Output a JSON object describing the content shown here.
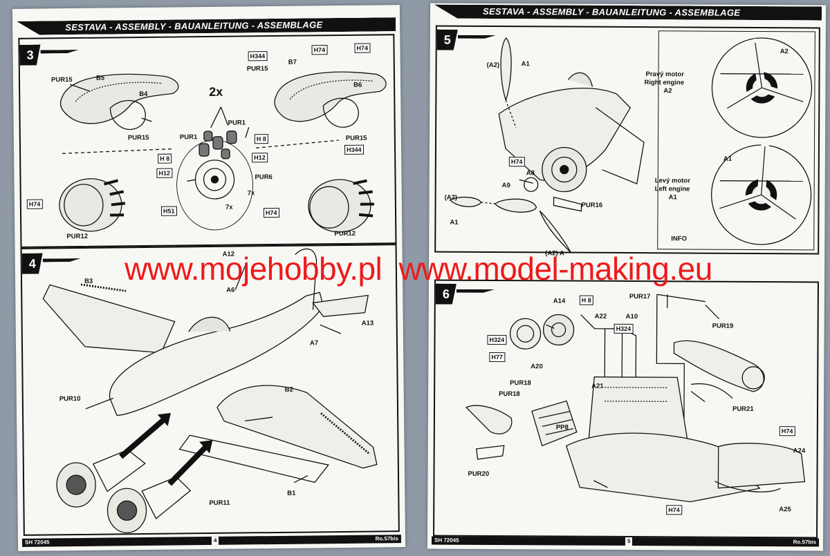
{
  "header_text": "SESTAVA - ASSEMBLY - BAUANLEITUNG - ASSEMBLAGE",
  "watermark": [
    "www.mojehobby.pl",
    "www.model-making.eu"
  ],
  "left_page": {
    "footer": {
      "ref": "SH 72045",
      "page": "4",
      "model": "Ro.57bis"
    },
    "step3": {
      "number": "3",
      "multiplier": "2x",
      "labels": {
        "pur15_a": "PUR15",
        "b5": "B5",
        "b4": "B4",
        "pur15_b": "PUR15",
        "pur1_a": "PUR1",
        "pur1_b": "PUR1",
        "h8_a": "H 8",
        "h8_b": "H 8",
        "h12_a": "H12",
        "h12_b": "H12",
        "pur6": "PUR6",
        "h51": "H51",
        "x7_a": "7x",
        "x7_b": "7x",
        "h344_a": "H344",
        "pur15_c": "PUR15",
        "b7": "B7",
        "h74_a": "H74",
        "h74_b": "H74",
        "b6": "B6",
        "pur15_d": "PUR15",
        "h344_b": "H344",
        "h74_c": "H74",
        "pur12_a": "PUR12",
        "h74_d": "H74",
        "pur12_b": "PUR12"
      }
    },
    "step4": {
      "number": "4",
      "labels": {
        "a12": "A12",
        "a6": "A6",
        "b3": "B3",
        "a13": "A13",
        "a7": "A7",
        "pur10": "PUR10",
        "b2": "B2",
        "b1": "B1",
        "pur11": "PUR11"
      }
    }
  },
  "right_page": {
    "footer": {
      "ref": "SH 72045",
      "page": "5",
      "model": "Ro.57bis"
    },
    "step5": {
      "number": "5",
      "labels": {
        "a2_top": "(A2)",
        "a1_top": "A1",
        "h74": "H74",
        "a8": "A8",
        "a9": "A9",
        "a2_left": "(A2)",
        "a1_left": "A1",
        "pur16": "PUR16",
        "a2a": "(A2) A"
      },
      "info": {
        "label": "INFO",
        "right_engine": [
          "Pravý motor",
          "Right engine",
          "A2"
        ],
        "prop_right": "A2",
        "left_engine": [
          "Levý motor",
          "Left engine",
          "A1"
        ],
        "prop_left": "A1"
      }
    },
    "step6": {
      "number": "6",
      "labels": {
        "a14": "A14",
        "h8": "H 8",
        "a22": "A22",
        "a10": "A10",
        "pur17": "PUR17",
        "pur19": "PUR19",
        "h324_a": "H324",
        "h324_b": "H324",
        "h77": "H77",
        "a20": "A20",
        "pur18_a": "PUR18",
        "pur18_b": "PUR18",
        "a21": "A21",
        "pur21": "PUR21",
        "pp8": "PP8",
        "h74_a": "H74",
        "a24": "A24",
        "pur20": "PUR20",
        "h74_b": "H74",
        "a25": "A25"
      }
    }
  }
}
